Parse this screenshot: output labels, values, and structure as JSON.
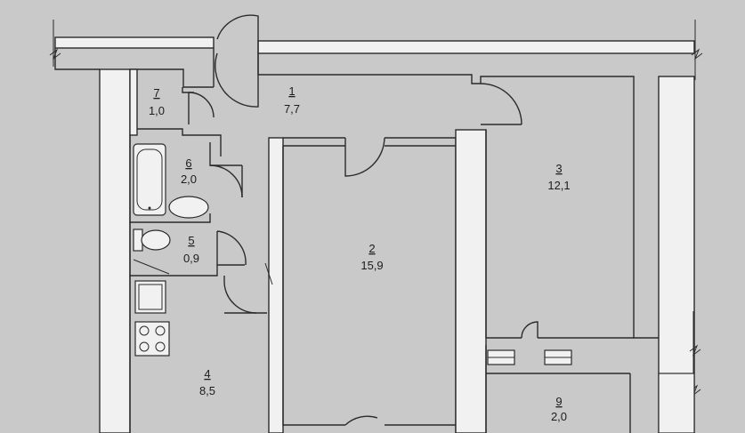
{
  "rooms": [
    {
      "number": "1",
      "area": "7,7"
    },
    {
      "number": "2",
      "area": "15,9"
    },
    {
      "number": "3",
      "area": "12,1"
    },
    {
      "number": "4",
      "area": "8,5"
    },
    {
      "number": "5",
      "area": "0,9"
    },
    {
      "number": "6",
      "area": "2,0"
    },
    {
      "number": "7",
      "area": "1,0"
    },
    {
      "number": "9",
      "area": "2,0"
    }
  ]
}
